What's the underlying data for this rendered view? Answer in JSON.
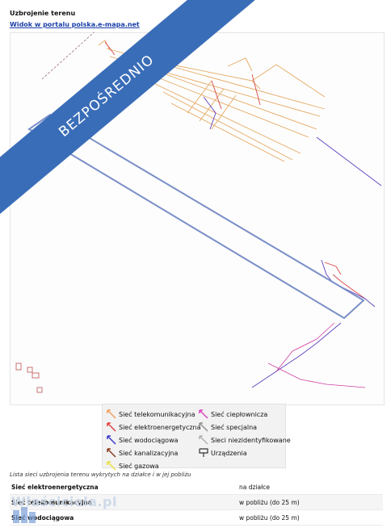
{
  "header": {
    "title": "Uzbrojenie terenu",
    "portal_link": "Widok w portalu polska.e-mapa.net"
  },
  "banner": {
    "text": "BEZPOŚREDNIO"
  },
  "legend": {
    "items": [
      {
        "label": "Sieć telekomunikacyjna",
        "color": "#f0a060",
        "icon": "telecom-line-icon"
      },
      {
        "label": "Sieć elektroenergetyczna",
        "color": "#e04040",
        "icon": "power-line-icon"
      },
      {
        "label": "Sieć wodociągowa",
        "color": "#3a3ad0",
        "icon": "water-line-icon"
      },
      {
        "label": "Sieć kanalizacyjna",
        "color": "#8a3a20",
        "icon": "sewer-line-icon"
      },
      {
        "label": "Sieć gazowa",
        "color": "#e8e040",
        "icon": "gas-line-icon"
      },
      {
        "label": "Sieć ciepłownicza",
        "color": "#e040c0",
        "icon": "heating-line-icon"
      },
      {
        "label": "Sieć specjalna",
        "color": "#909090",
        "icon": "special-line-icon"
      },
      {
        "label": "Sieci niezidentyfikowane",
        "color": "#b0b0b0",
        "icon": "unidentified-line-icon"
      },
      {
        "label": "Urządzenia",
        "color": "#333333",
        "icon": "device-icon"
      }
    ]
  },
  "list": {
    "caption": "Lista sieci uzbrojenia terenu wykrytych na działce i w jej pobliżu",
    "rows": [
      {
        "name": "Sieć elektroenergetyczna",
        "status": "na działce"
      },
      {
        "name": "Sieć telekomunikacyjna",
        "status": "w pobliżu (do 25 m)"
      },
      {
        "name": "Sieć wodociągowa",
        "status": "w pobliżu (do 25 m)"
      }
    ]
  },
  "watermark": {
    "text": "Właściciela.pl"
  }
}
